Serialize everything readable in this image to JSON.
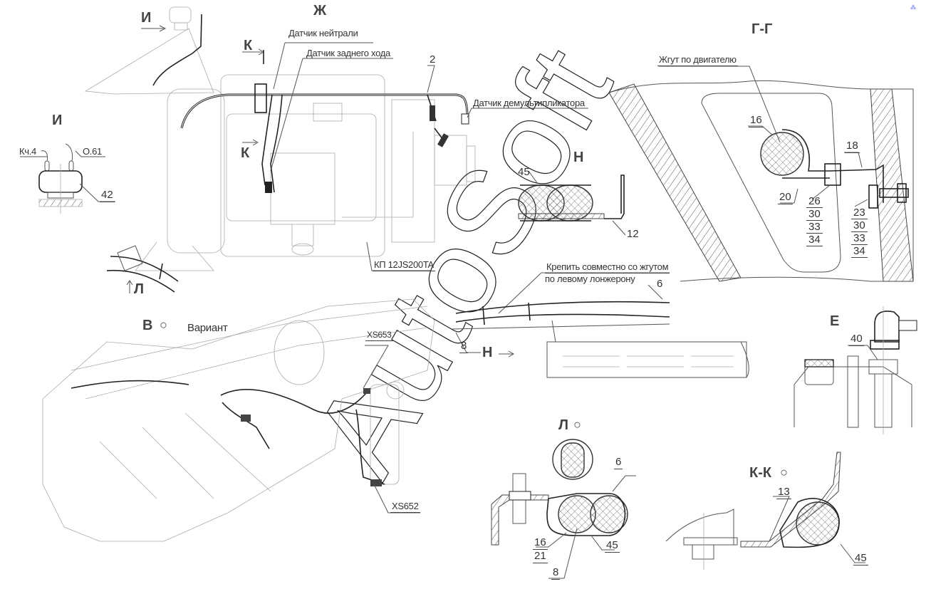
{
  "views": {
    "I_arrow": "И",
    "I_title": "И",
    "Zh_title": "Ж",
    "K_arrow": "К",
    "K_mark": "К",
    "L_arrow": "Л",
    "V_title": "В",
    "V_variant": "Вариант",
    "GG_title": "Г-Г",
    "N_title": "Н",
    "N_arrow": "Н",
    "E_title": "Е",
    "L_title": "Л",
    "KK_title": "К-К"
  },
  "callouts": {
    "neutral_sensor": "Датчик нейтрали",
    "reverse_sensor": "Датчик заднего хода",
    "range_sensor": "Датчик демультипликатора",
    "gearbox": "КП 12JS200TA",
    "engine_harness": "Жгут по двигателю",
    "fasten_note_line1": "Крепить совместно со жгутом",
    "fasten_note_line2": "по левому лонжерону",
    "wire_kch4": "Кч.4",
    "wire_o61": "О.61",
    "xs653": "XS653",
    "xs652": "XS652"
  },
  "part_numbers": {
    "harness_main": "2",
    "switch_I": "42",
    "clamp_N": "45",
    "bracket_N": "12",
    "harness_8": "8",
    "harness_6": "6",
    "GG_16": "16",
    "GG_18": "18",
    "GG_20": "20",
    "GG_stack_left": [
      "26",
      "30",
      "33",
      "34"
    ],
    "GG_stack_right": [
      "23",
      "30",
      "33",
      "34"
    ],
    "E_40": "40",
    "L_6": "6",
    "L_16": "16",
    "L_21": "21",
    "L_8": "8",
    "L_45": "45",
    "KK_13": "13",
    "KK_45": "45"
  },
  "watermark": "AutoSoft",
  "rotation_symbol": "○",
  "colors": {
    "line": "#222222",
    "thin_line": "#aaaaaa",
    "corner_mark": "#3344ee"
  }
}
